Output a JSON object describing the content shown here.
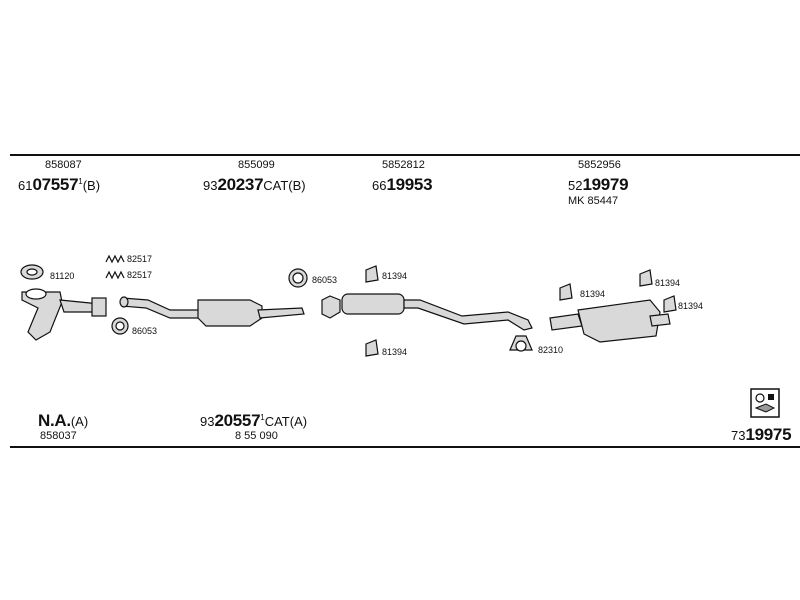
{
  "header_refs": [
    {
      "ref": "858087",
      "pre": "61",
      "big": "07557",
      "sup": "1",
      "suffix": "(B)"
    },
    {
      "ref": "855099",
      "pre": "93",
      "big": "20237",
      "sup": "",
      "suffix": "CAT(B)"
    },
    {
      "ref": "5852812",
      "pre": "66",
      "big": "19953",
      "sup": "",
      "suffix": ""
    },
    {
      "ref": "5852956",
      "pre": "52",
      "big": "19979",
      "sup": "",
      "suffix": "",
      "extra": "MK  85447"
    }
  ],
  "part_labels": {
    "gasket_81120": "81120",
    "spring_82517_a": "82517",
    "spring_82517_b": "82517",
    "ring_86053_a": "86053",
    "ring_86053_b": "86053",
    "hanger_81394_a": "81394",
    "hanger_81394_b": "81394",
    "hanger_81394_c": "81394",
    "hanger_81394_d": "81394",
    "hanger_81394_e": "81394",
    "clamp_82310": "82310"
  },
  "footer": {
    "left_ref": "858037",
    "left_big": "N.A.",
    "left_suffix": "(A)",
    "mid_pre": "93",
    "mid_big": "20557",
    "mid_sup": "1",
    "mid_suffix": "CAT(A)",
    "mid_ref": "8 55 090",
    "right_pre": "73",
    "right_big": "19975"
  },
  "colors": {
    "ink": "#111111",
    "part_fill": "#d9d9d9",
    "background": "#ffffff"
  },
  "icons": {
    "logo": "exhaust-set-logo-icon"
  }
}
